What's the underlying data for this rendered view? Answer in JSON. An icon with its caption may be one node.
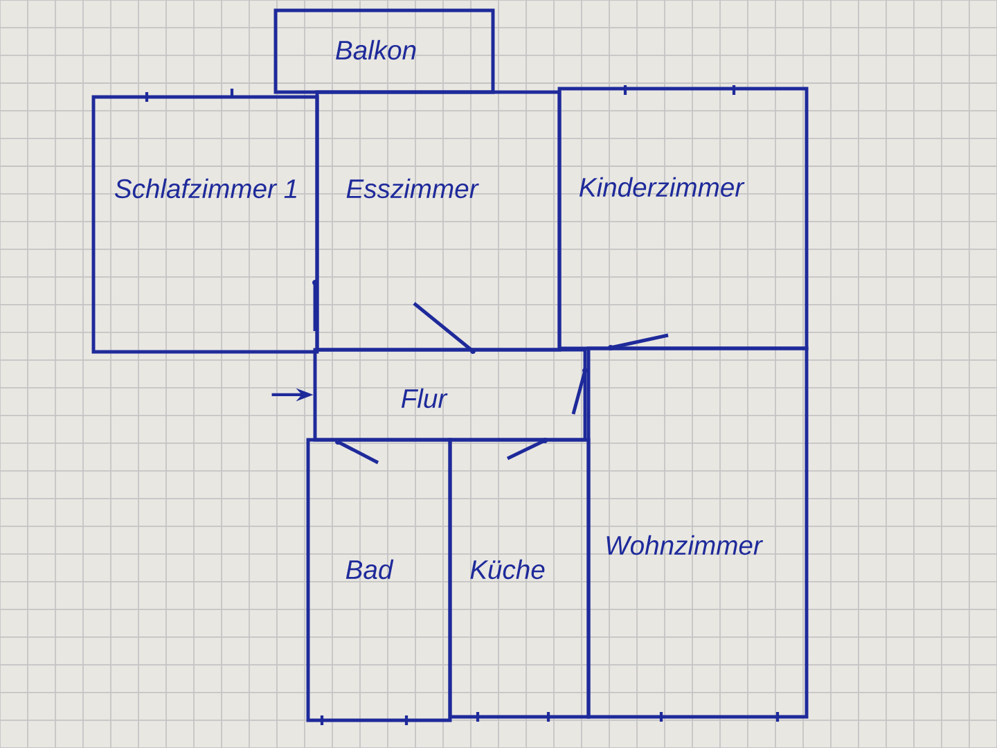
{
  "diagram": {
    "nodes": [
      {
        "text": [
          "Balkon"
        ]
      },
      {
        "text": [
          "Schlafzimmer 1"
        ]
      },
      {
        "text": [
          "Esszimmer"
        ]
      },
      {
        "text": [
          "Kinderzimmer"
        ]
      },
      {
        "text": [
          "Flur"
        ]
      },
      {
        "text": [
          "Bad"
        ]
      },
      {
        "text": [
          "Küche"
        ]
      },
      {
        "text": [
          "Wohnzimmer"
        ]
      }
    ],
    "edges": [
      {
        "from": null,
        "to": 4,
        "arrow": "to"
      }
    ]
  }
}
